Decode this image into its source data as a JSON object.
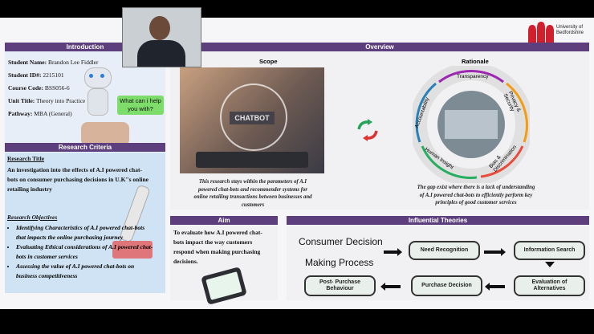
{
  "headers": {
    "introduction": "Introduction",
    "overview": "Overview",
    "research_criteria": "Research Criteria",
    "aim": "Aim",
    "influential_theories": "Influential Theories"
  },
  "logo": {
    "name": "University of Bedfordshire",
    "line1": "University of",
    "line2": "Bedfordshire",
    "color": "#d0202e"
  },
  "intro": {
    "student_name_label": "Student Name:",
    "student_name": "Brandon Lee Fiddler",
    "student_id_label": "Student ID#:",
    "student_id": "2215101",
    "course_code_label": "Course Code:",
    "course_code": "BSS056-6",
    "unit_title_label": "Unit Title:",
    "unit_title": "Theory into Practice",
    "pathway_label": "Pathway:",
    "pathway": "MBA (General)",
    "bubble": "What can i help you with?"
  },
  "criteria": {
    "research_title_label": "Research Title",
    "research_title": [
      "An investigation into the effects of A.I powered chat-",
      "bots on consumer purchasing decisions in U.K\"s online",
      "retailing industry"
    ],
    "objectives_label": "Research Objectives",
    "objectives": [
      [
        "Identifying Characteristics of A.I powered chat-bots",
        "that impacts the online purchasing journey"
      ],
      [
        "Evaluating Ethical considerations of A.I powered chat-",
        "bots in customer services"
      ],
      [
        "Assessing the value of A.I powered chat-bots on",
        "business competitiveness"
      ]
    ]
  },
  "scope": {
    "title": "Scope",
    "image_label": "CHATBOT",
    "caption": [
      "This research stays within the parameters of A.I",
      "powered chat-bots and recommender systems for",
      "online retailing transactions between businesses and",
      "customers"
    ]
  },
  "rationale": {
    "title": "Rationale",
    "ring": [
      "Transparency",
      "Privacy & Security",
      "Bias & Discrimination",
      "Human Insight",
      "Accountability"
    ],
    "caption": [
      "The gap exist where there is a lack of understanding",
      "of A.I powered chat-bots to efficiently perform key",
      "principles of good customer services"
    ]
  },
  "aim": {
    "text": [
      "To evaluate how A.I powered chat-",
      "bots impact the way customers",
      "respond when making purchasing",
      "decisions."
    ]
  },
  "theories": {
    "heading_line1": "Consumer Decision",
    "heading_line2": "Making Process",
    "steps": [
      "Need Recognition",
      "Information Search",
      "Evaluation of Alternatives",
      "Purchase Decision",
      "Post- Purchase Behaviour"
    ]
  },
  "colors": {
    "header_purple": "#5e3f7e",
    "criteria_blue": "#cfe3f5",
    "accent_red": "#d0202e"
  }
}
